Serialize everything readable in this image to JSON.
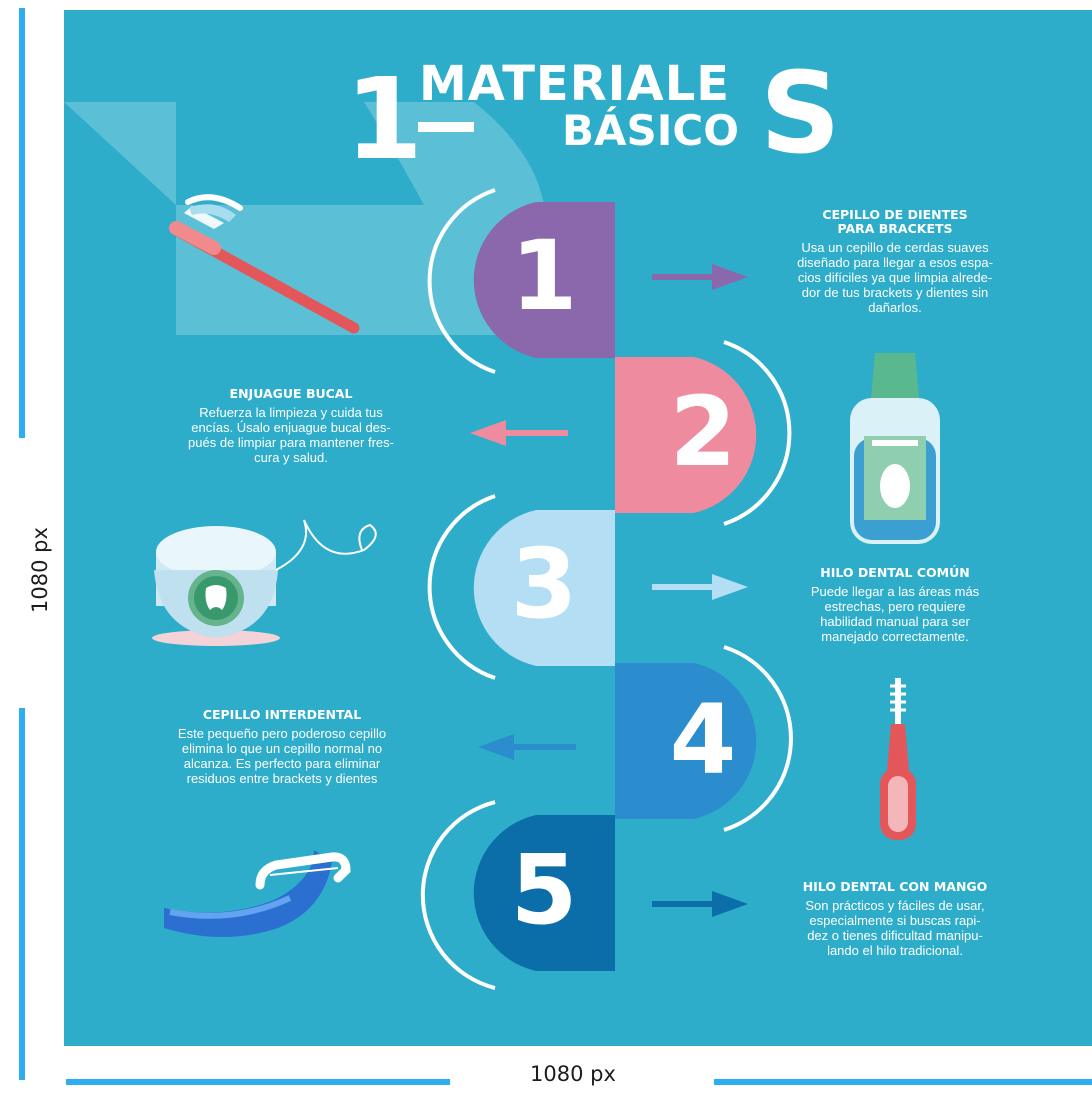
{
  "title": {
    "number": "1",
    "line1": "MATERIALE",
    "line2": "BÁSICO",
    "big_letter": "S"
  },
  "steps": [
    {
      "number": "1",
      "color": "#8b68ac",
      "heading_lines": [
        "CEPILLO DE DIENTES",
        "PARA BRACKETS"
      ],
      "text_lines": [
        "Usa un cepillo de cerdas suaves",
        "diseñado para llegar a esos espa-",
        "cios difíciles ya que limpia alrede-",
        "dor de tus brackets y dientes sin",
        "dañarlos."
      ],
      "icon": "toothbrush-icon"
    },
    {
      "number": "2",
      "color": "#ef8b9f",
      "heading_lines": [
        "ENJUAGUE BUCAL"
      ],
      "text_lines": [
        "Refuerza la limpieza y cuida tus",
        "encías. Úsalo enjuague bucal des-",
        "pués de limpiar para mantener fres-",
        "cura y salud."
      ],
      "icon": "mouthwash-bottle-icon"
    },
    {
      "number": "3",
      "color": "#b4def3",
      "heading_lines": [
        "HILO DENTAL COMÚN"
      ],
      "text_lines": [
        "Puede llegar a las áreas más",
        "estrechas, pero requiere",
        "habilidad manual para ser",
        "manejado correctamente."
      ],
      "icon": "dental-floss-icon"
    },
    {
      "number": "4",
      "color": "#2b8dcd",
      "heading_lines": [
        "CEPILLO INTERDENTAL"
      ],
      "text_lines": [
        "Este pequeño pero poderoso cepillo",
        "elimina lo que un cepillo normal no",
        "alcanza. Es perfecto para eliminar",
        "residuos entre brackets y dientes"
      ],
      "icon": "interdental-brush-icon"
    },
    {
      "number": "5",
      "color": "#0b6ea9",
      "heading_lines": [
        "HILO DENTAL CON MANGO"
      ],
      "text_lines": [
        "Son prácticos y fáciles de usar,",
        "especialmente si buscas rapi-",
        "dez o tienes dificultad manipu-",
        "lando el hilo tradicional."
      ],
      "icon": "floss-pick-icon"
    }
  ],
  "dimensions": {
    "width_label": "1080 px",
    "height_label": "1080 px"
  },
  "colors": {
    "background": "#2eadcb",
    "dimension_line": "#2eadf3",
    "white": "#ffffff"
  }
}
